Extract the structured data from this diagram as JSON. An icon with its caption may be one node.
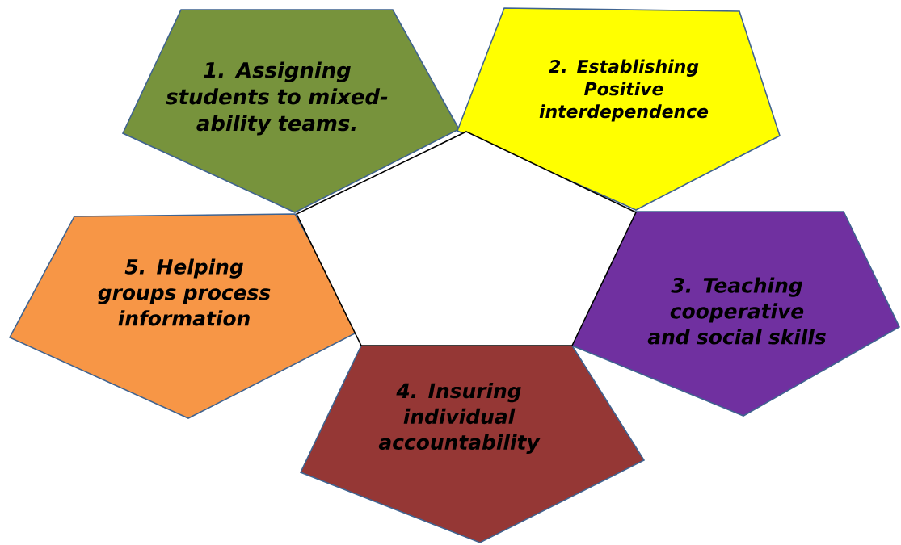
{
  "diagram": {
    "nodes": [
      {
        "text": [
          "1. Assigning students to mixed-ability teams."
        ]
      },
      {
        "text": [
          "2. Establishing Positive interdependence"
        ]
      },
      {
        "text": [
          "3. Teaching cooperative and social skills"
        ]
      },
      {
        "text": [
          "4. Insuring individual accountability"
        ]
      },
      {
        "text": [
          "5. Helping groups process information"
        ]
      },
      {
        "text": [],
        "shape": "pentagon"
      }
    ]
  }
}
